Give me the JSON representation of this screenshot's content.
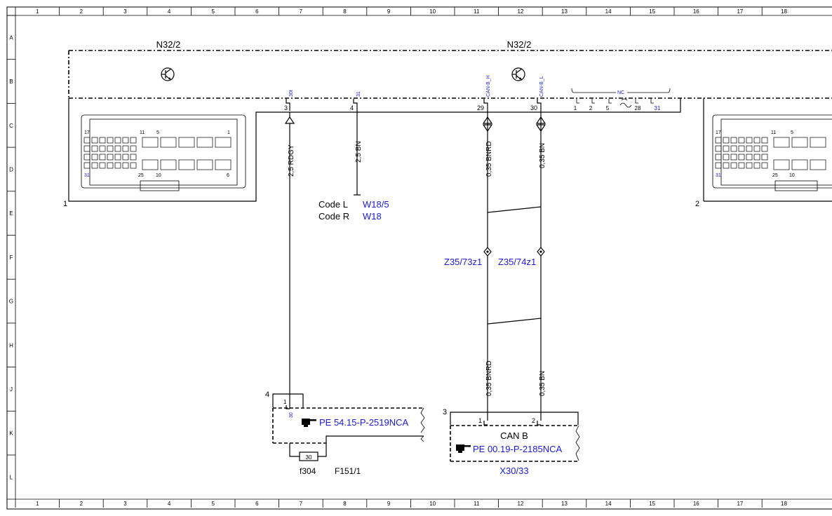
{
  "frame": {
    "columns": [
      "1",
      "2",
      "3",
      "4",
      "5",
      "6",
      "7",
      "8",
      "9",
      "10",
      "11",
      "12",
      "13",
      "14",
      "15",
      "16",
      "17",
      "18"
    ],
    "rows": [
      "A",
      "B",
      "C",
      "D",
      "E",
      "F",
      "G",
      "H",
      "J",
      "K",
      "L"
    ]
  },
  "modules": {
    "left_title": "N32/2",
    "right_title": "N32/2",
    "connector_left_id": "1",
    "connector_right_id": "2",
    "connector_pin_labels": {
      "p17": "17",
      "p11": "11",
      "p5": "5",
      "p1": "1",
      "p31": "31",
      "p25": "25",
      "p10": "10",
      "p6": "6"
    }
  },
  "pins": {
    "p3": {
      "number": "3",
      "tag": "30t"
    },
    "p4": {
      "number": "4",
      "tag": "31"
    },
    "p29": {
      "number": "29",
      "tag": "CAN-B_H"
    },
    "p30": {
      "number": "30",
      "tag": "CAN-B_L"
    },
    "nc_group": {
      "label": "NC",
      "pins": [
        "1",
        "2",
        "5",
        "28",
        "31"
      ]
    }
  },
  "wires": {
    "w1": "2,5 RDGY",
    "w2": "2,5 BN",
    "w3": "0,35 BNRD",
    "w4": "0,35 BN",
    "w5": "0,35 BNRD",
    "w6": "0,35 BN"
  },
  "code_ref": {
    "l_label": "Code L",
    "l_value": "W18/5",
    "r_label": "Code R",
    "r_value": "W18"
  },
  "splices": {
    "left": "Z35/73z1",
    "right": "Z35/74z1"
  },
  "fuse_block": {
    "index": "4",
    "pin": "1",
    "pin_tag": "30",
    "ref": "PE 54.15-P-2519NCA",
    "fuse_value": "30",
    "fuse_name": "f304",
    "block_name": "F151/1"
  },
  "can_block": {
    "index": "3",
    "pin1": "1",
    "pin2": "2",
    "title": "CAN B",
    "ref": "PE 00.19-P-2185NCA",
    "name": "X30/33"
  },
  "icons": {
    "transistor": "transistor-icon",
    "reference": "pointing-hand-icon"
  },
  "colors": {
    "line": "#000000",
    "reference": "#1a1ad6"
  }
}
